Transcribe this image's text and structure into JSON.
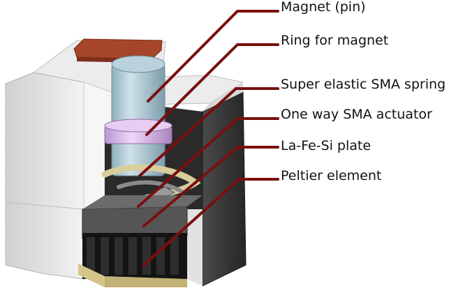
{
  "labels": [
    {
      "id": "magnet-pin",
      "text": "Magnet (pin)"
    },
    {
      "id": "ring-for-magnet",
      "text": "Ring for magnet"
    },
    {
      "id": "super-elastic-sma-spring",
      "text": "Super elastic SMA spring"
    },
    {
      "id": "one-way-sma-actuator",
      "text": "One way SMA actuator"
    },
    {
      "id": "la-fe-si-plate",
      "text": "La-Fe-Si plate"
    },
    {
      "id": "peltier-element",
      "text": "Peltier element"
    }
  ],
  "colors": {
    "leader_line": "#7a0f0f",
    "housing_light": "#e6e6e6",
    "housing_side": "#cfcfcf",
    "housing_dark": "#3a3a3a",
    "top_plate": "#a5452a",
    "magnet": "#a9c4cf",
    "ring": "#d9b8e6",
    "peltier_dark": "#1a1a1a",
    "peltier_accent": "#d6c58a"
  }
}
